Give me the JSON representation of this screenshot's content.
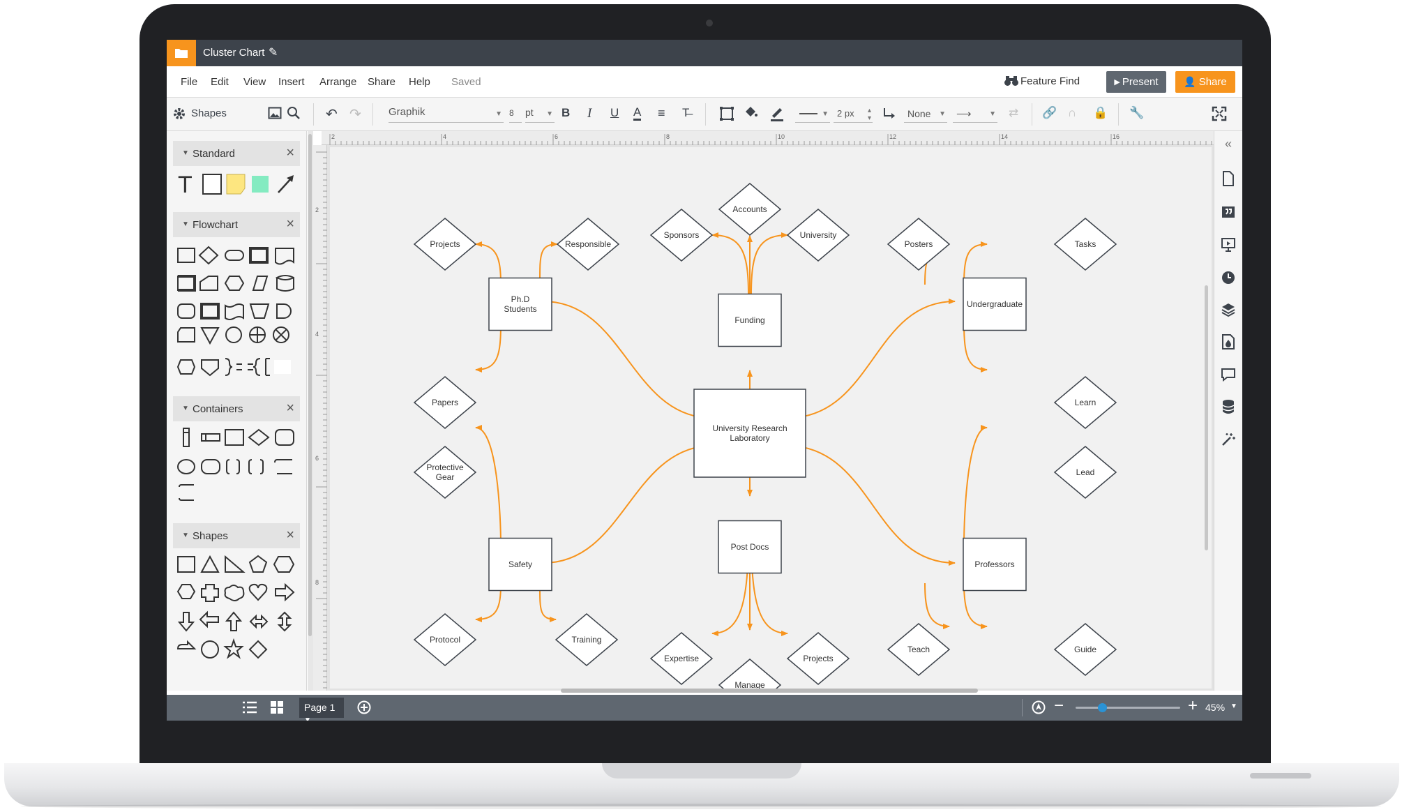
{
  "app": {
    "doc_title": "Cluster Chart",
    "accent_color": "#f7941d",
    "dark_color": "#3d434b"
  },
  "menu": {
    "items": [
      "File",
      "Edit",
      "View",
      "Insert",
      "Arrange",
      "Share",
      "Help"
    ],
    "status": "Saved",
    "feature_find": "Feature Find",
    "present": "Present",
    "share": "Share"
  },
  "toolbar": {
    "shapes_label": "Shapes",
    "font": "Graphik",
    "font_size": "8",
    "font_unit": "pt",
    "line_width": "2 px",
    "line_end": "None"
  },
  "ruler": {
    "top_ticks": [
      "2",
      "4",
      "6",
      "8",
      "10",
      "12",
      "14",
      "16"
    ],
    "left_ticks": [
      "2",
      "4",
      "6",
      "8"
    ]
  },
  "panels": {
    "standard": "Standard",
    "flowchart": "Flowchart",
    "containers": "Containers",
    "shapes": "Shapes"
  },
  "diagram": {
    "center": [
      "University Research",
      "Laboratory"
    ],
    "boxes": {
      "phd": [
        "Ph.D",
        "Students"
      ],
      "funding": [
        "Funding"
      ],
      "undergraduate": [
        "Undergraduate"
      ],
      "safety": [
        "Safety"
      ],
      "postdocs": [
        "Post Docs"
      ],
      "professors": [
        "Professors"
      ]
    },
    "diamonds": {
      "projects_phd": [
        "Projects"
      ],
      "responsible": [
        "Responsible"
      ],
      "papers": [
        "Papers"
      ],
      "accounts": [
        "Accounts"
      ],
      "sponsors": [
        "Sponsors"
      ],
      "university": [
        "University"
      ],
      "posters": [
        "Posters"
      ],
      "tasks": [
        "Tasks"
      ],
      "learn": [
        "Learn"
      ],
      "protective_gear": [
        "Protective",
        "Gear"
      ],
      "protocol": [
        "Protocol"
      ],
      "training": [
        "Training"
      ],
      "expertise": [
        "Expertise"
      ],
      "manage": [
        "Manage"
      ],
      "projects_postdocs": [
        "Projects"
      ],
      "lead": [
        "Lead"
      ],
      "teach": [
        "Teach"
      ],
      "guide": [
        "Guide"
      ]
    },
    "connector_color": "#f7941d"
  },
  "bottom": {
    "page_tab": "Page 1",
    "zoom": "45%",
    "zoom_level_fraction": 0.25
  }
}
